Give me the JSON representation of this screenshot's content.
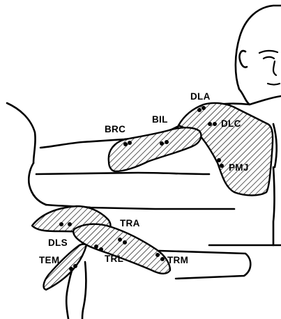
{
  "labels": {
    "dla": "DLA",
    "bil": "BIL",
    "brc": "BRC",
    "dlc": "DLC",
    "pmj": "PMJ",
    "tra": "TRA",
    "dls": "DLS",
    "tem": "TEM",
    "trl": "TRL",
    "trm": "TRM"
  }
}
